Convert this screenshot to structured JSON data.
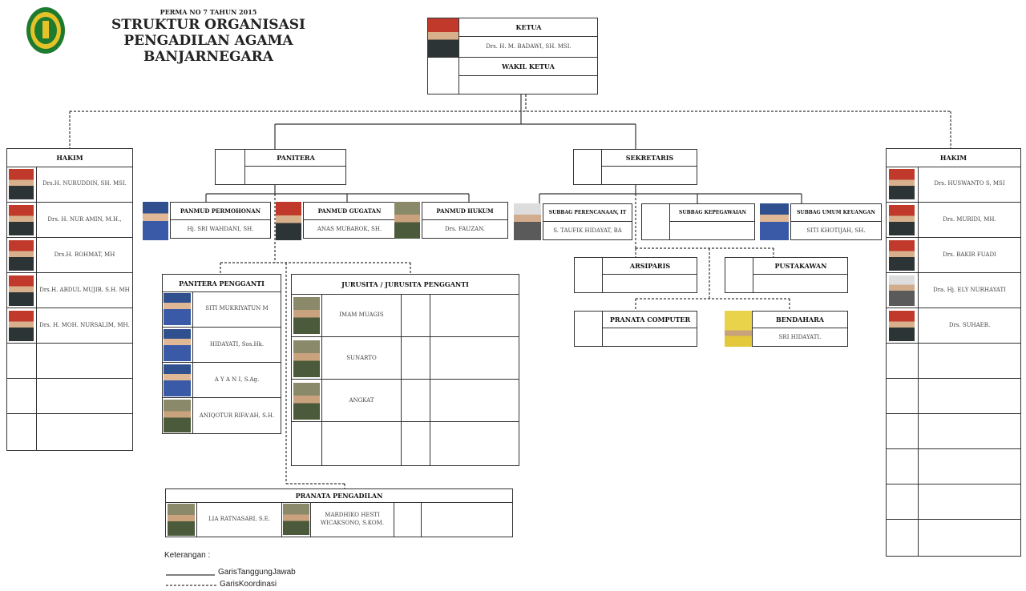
{
  "header": {
    "perma": "PERMA NO 7 TAHUN 2015",
    "title": "STRUKTUR ORGANISASI",
    "subtitle": "PENGADILAN AGAMA BANJARNEGARA"
  },
  "ketua": {
    "title": "KETUA",
    "name": "Drs. H. M. BADAWI, SH. MSI.",
    "wakil_title": "WAKIL KETUA"
  },
  "hakim_left": {
    "title": "HAKIM",
    "members": [
      "Drs.H. NURUDDIN, SH. MSI.",
      "Drs. H. NUR AMIN, M.H.,",
      "Drs.H. ROHMAT, MH",
      "Drs.H. ABDUL MUJIB, S.H. MH",
      "Drs. H. MOH. NURSALIM, MH."
    ]
  },
  "hakim_right": {
    "title": "HAKIM",
    "members": [
      "Drs. HUSWANTO S, MSI",
      "Drs. MURIDI, MH.",
      "Drs. BAKIR FUADI",
      "Dra. Hj. ELY NURHAYATI",
      "Drs. SUHAEB."
    ]
  },
  "panitera": {
    "title": "PANITERA"
  },
  "sekretaris": {
    "title": "SEKRETARIS"
  },
  "panmud_permohonan": {
    "title": "PANMUD PERMOHONAN",
    "name": "Hj. SRI WAHDANI, SH."
  },
  "panmud_gugatan": {
    "title": "PANMUD GUGATAN",
    "name": "ANAS MUBAROK, SH."
  },
  "panmud_hukum": {
    "title": "PANMUD HUKUM",
    "name": "Drs. FAUZAN."
  },
  "subbag_perencanaan": {
    "title": "SUBBAG PERENCANAAN, IT",
    "name": "S. TAUFIK HIDAYAT, BA"
  },
  "subbag_kepegawaian": {
    "title": "SUBBAG KEPEGAWAIAN"
  },
  "subbag_umum": {
    "title": "SUBBAG UMUM KEUANGAN",
    "name": "SITI KHOTIJAH, SH."
  },
  "arsiparis": {
    "title": "ARSIPARIS"
  },
  "pustakawan": {
    "title": "PUSTAKAWAN"
  },
  "pranata_computer": {
    "title": "PRANATA COMPUTER"
  },
  "bendahara": {
    "title": "BENDAHARA",
    "name": "SRI HIDAYATI."
  },
  "panitera_pengganti": {
    "title": "PANITERA PENGGANTI",
    "members": [
      "SITI MUKRIYATUN M",
      "HIDAYATI, Sos.Hk.",
      "A Y A N I, S.Ag.",
      "ANIQOTUR RIFA'AH, S.H."
    ]
  },
  "jurusita": {
    "title": "JURUSITA / JURUSITA PENGGANTI",
    "members": [
      "IMAM MUAGIS",
      "SUNARTO",
      "ANGKAT"
    ]
  },
  "pranata_pengadilan": {
    "title": "PRANATA PENGADILAN",
    "members": [
      "LIA RATNASARI, S.E.",
      "MARDHIKO HESTI WICAKSONO, S.KOM."
    ]
  },
  "legend": {
    "title": "Keterangan :",
    "solid_label": "GarisTanggungJawab",
    "dashed_label": "GarisKoordinasi"
  },
  "colors": {
    "line": "#333333",
    "logo_green": "#1e7a2e",
    "logo_gold": "#e6c229"
  }
}
